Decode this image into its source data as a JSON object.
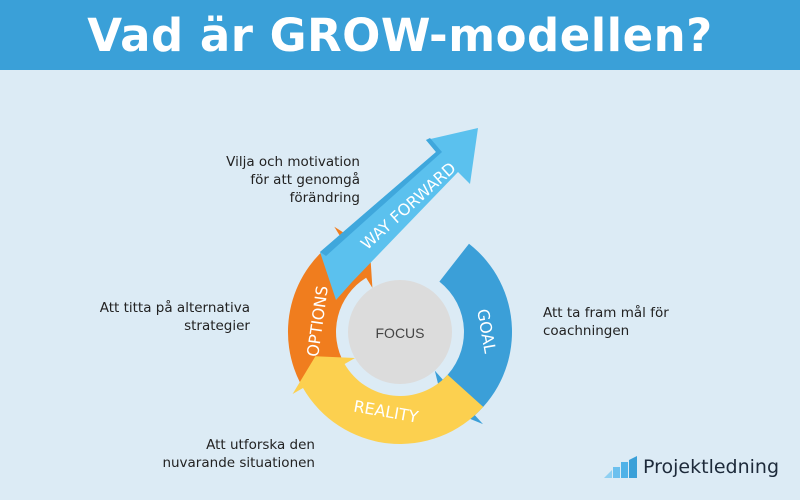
{
  "title": "Vad är GROW-modellen?",
  "center_label": "FOCUS",
  "stages": {
    "goal": {
      "label": "GOAL",
      "description": [
        "Att ta fram mål för",
        "coachningen"
      ],
      "color": "#3b9fd8"
    },
    "reality": {
      "label": "REALITY",
      "description": [
        "Att utforska den",
        "nuvarande situationen"
      ],
      "color": "#fcd04f"
    },
    "options": {
      "label": "OPTIONS",
      "description": [
        "Att titta  på alternativa",
        "strategier"
      ],
      "color": "#f07d1e"
    },
    "way_forward": {
      "label": "WAY FORWARD",
      "description": [
        "Vilja  och motivation",
        "för att genomgå",
        "förändring"
      ],
      "color": "#5bc1ee"
    }
  },
  "logo": {
    "text": "Projektledning"
  }
}
